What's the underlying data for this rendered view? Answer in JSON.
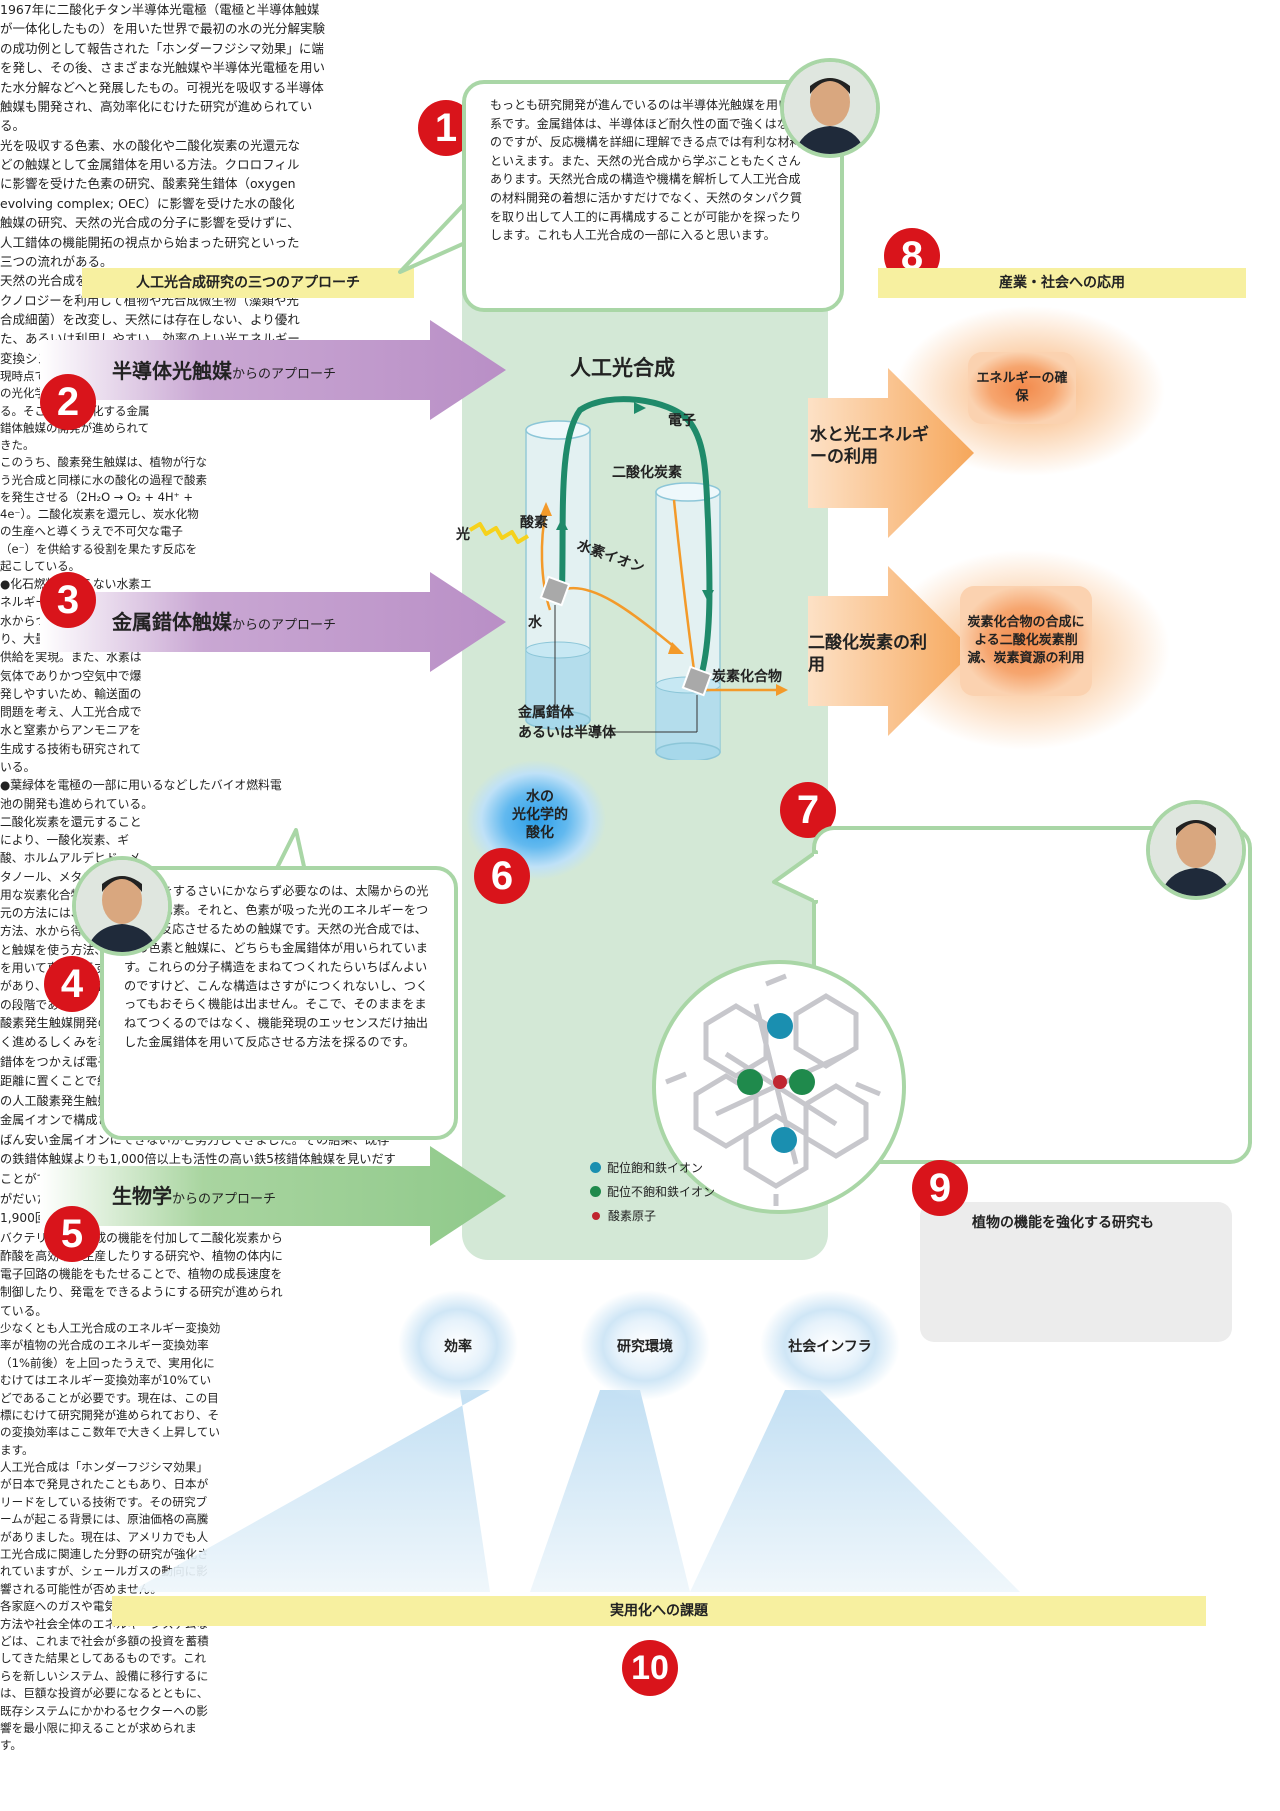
{
  "section1": {
    "number": "1",
    "bar_title": "人工光合成研究の三つのアプローチ",
    "bubble_text": "もっとも研究開発が進んでいるのは半導体光触媒を用いた系です。金属錯体は、半導体ほど耐久性の面で強くはないのですが、反応機構を詳細に理解できる点では有利な材料といえます。また、天然の光合成から学ぶこともたくさんあります。天然光合成の構造や機構を解析して人工光合成の材料開発の着想に活かすだけでなく、天然のタンパク質を取り出して人工的に再構成することが可能かを探ったりします。これも人工光合成の一部に入ると思います。"
  },
  "section2": {
    "number": "2",
    "title": "半導体光触媒",
    "suffix": "からのアプローチ",
    "text": "1967年に二酸化チタン半導体光電極（電極と半導体触媒が一体化したもの）を用いた世界で最初の水の光分解実験の成功例として報告された「ホンダーフジシマ効果」に端を発し、その後、さまざまな光触媒や半導体光電極を用いた水分解などへと発展したもの。可視光を吸収する半導体触媒も開発され、高効率化にむけた研究が進められている。"
  },
  "section3": {
    "number": "3",
    "title": "金属錯体触媒",
    "suffix": "からのアプローチ",
    "text": "光を吸収する色素、水の酸化や二酸化炭素の光還元などの触媒として金属錯体を用いる方法。クロロフィルに影響を受けた色素の研究、酸素発生錯体（oxygen evolving complex; OEC）に影響を受けた水の酸化触媒の研究、天然の光合成の分子に影響を受けずに、人工錯体の機能開拓の視点から始まった研究といった三つの流れがある。"
  },
  "section4": {
    "number": "4",
    "bubble_text": "光合成をするさいにかならず必要なのは、太陽からの光を吸う色素。それと、色素が吸った光のエネルギーをつかって反応させるための触媒です。天然の光合成では、この色素と触媒に、どちらも金属錯体が用いられています。これらの分子構造をまねてつくれたらいちばんよいのですけど、こんな構造はさすがにつくれないし、つくってもおそらく機能は出ません。そこで、そのままをまねてつくるのではなく、機能発現のエッセンスだけ抽出した金属錯体を用いて反応させる方法を採るのです。"
  },
  "section5": {
    "number": "5",
    "title": "生物学",
    "suffix": "からのアプローチ",
    "text": "天然の光合成を改良しようとする方法です。バイオテクノロジーを利用して植物や光合成微生物（藻類や光合成細菌）を改変し、天然には存在しない、より優れた、あるいは利用しやすい、効率のよい光エネルギー変換システムを構築するもの。"
  },
  "diagram": {
    "title": "人工光合成",
    "labels": {
      "electron": "電子",
      "co2": "二酸化炭素",
      "oxygen": "酸素",
      "light": "光",
      "hydrogen_ion": "水素イオン",
      "water": "水",
      "carbon_compound": "炭素化合物",
      "catalyst_line1": "金属錯体",
      "catalyst_line2": "あるいは半導体"
    },
    "water_oxidation_line1": "水の",
    "water_oxidation_line2": "光化学的",
    "water_oxidation_line3": "酸化"
  },
  "section6": {
    "number": "6",
    "text_a": "現時点での最大の課題は、水の光化学的酸化の困難さにある。そこで水を酸化する金属錯体触媒の開発が進められてきた。",
    "text_b": "このうち、酸素発生触媒は、植物が行なう光合成と同様に水の酸化の過程で酸素を発生させる（2H₂O → O₂ + 4H⁺ + 4e⁻）。二酸化炭素を還元し、炭水化物の生産へと導くうえで不可欠な電子（e⁻）を供給する役割を果たす反応を起こしている。"
  },
  "section7": {
    "number": "7",
    "bubble_text": "酸素発生触媒開発のポイントは、電子移動と結合生成をどちらも効率よく進めるしくみを導入することです。金属イオンがたくさん入った金属錯体をつかえば電子移動をうまく促進でき、水の活性化サイトを適切な距離に置くことで結合生成に寄与できると考えました。また、これまでの人工酸素発生触媒は、ほとんどがルテニウムというひじょうに高価な金属イオンで構成されていましたが、私たちは、そこをなんとか、いちばん安い金属イオンにできないかと努力してきました。その結果、既存の鉄錯体触媒よりも1,000倍以上も活性の高い鉄5核錯体触媒を見いだすことができました。あくまで反応速度だけの比較ですが、天然の光合成がだいたい毎秒400回なのに対し、私たちの触媒はその4倍以上の毎秒1,900回で酸素を出すことができます。"
  },
  "molecule_legend": [
    {
      "label": "配位飽和鉄イオン",
      "color": "#1a8fb0"
    },
    {
      "label": "配位不飽和鉄イオン",
      "color": "#1f8a4c"
    },
    {
      "label": "酸素原子",
      "color": "#c0252f"
    }
  ],
  "section8": {
    "number": "8",
    "bar_title": "産業・社会への応用",
    "arrow1_label": "水と光エネルギーの利用",
    "arrow2_label": "二酸化炭素の利用",
    "box1_label": "エネルギーの確保",
    "box2_label": "炭素化合物の合成による二酸化炭素削減、炭素資源の利用",
    "text1": "●化石燃料に頼らない水素エネルギーの供給。太陽光と水からつくられた水素により、大量の水素燃料の安定供給を実現。また、水素は気体でありかつ空気中で爆発しやすいため、輸送面の問題を考え、人工光合成で水と窒素からアンモニアを生成する技術も研究されている。",
    "text1b": "●葉緑体を電極の一部に用いるなどしたバイオ燃料電池の開発も進められている。",
    "text2": "二酸化炭素を還元することにより、一酸化炭素、ギ酸、ホルムアルデヒド、メタノール、メタンなどの有用な炭素化合物を生成。還元の方法には、電気化学的方法、水から得られた水素と触媒を使う方法、光触媒を用いて直接還元する方法があり、いずれも基礎研究の段階である。"
  },
  "section9": {
    "number": "9",
    "title": "植物の機能を強化する研究も",
    "text": "バクテリアに光合成の機能を付加して二酸化炭素から酢酸を高効率に生産したりする研究や、植物の体内に電子回路の機能をもたせることで、植物の成長速度を制御したり、発電をできるようにする研究が進められている。"
  },
  "section10": {
    "number": "10",
    "bar_title": "実用化への課題",
    "columns": [
      {
        "title": "効率",
        "text": "少なくとも人工光合成のエネルギー変換効率が植物の光合成のエネルギー変換効率（1%前後）を上回ったうえで、実用化にむけてはエネルギー変換効率が10%ていどであることが必要です。現在は、この目標にむけて研究開発が進められており、その変換効率はここ数年で大きく上昇しています。"
      },
      {
        "title": "研究環境",
        "text": "人工光合成は「ホンダーフジシマ効果」が日本で発見されたこともあり、日本がリードをしている技術です。その研究ブームが起こる背景には、原油価格の高騰がありました。現在は、アメリカでも人工光合成に関連した分野の研究が強化されていますが、シェールガスの動向に影響される可能性が否めません。"
      },
      {
        "title": "社会インフラ",
        "text": "各家庭へのガスや電気エネルギーの供給方法や社会全体のエネルギーシステムなどは、これまで社会が多額の投資を蓄積してきた結果としてあるものです。これらを新しいシステム、設備に移行するには、巨額な投資が必要になるとともに、既存システムにかかわるセクターへの影響を最小限に抑えることが求められます。"
      }
    ]
  }
}
